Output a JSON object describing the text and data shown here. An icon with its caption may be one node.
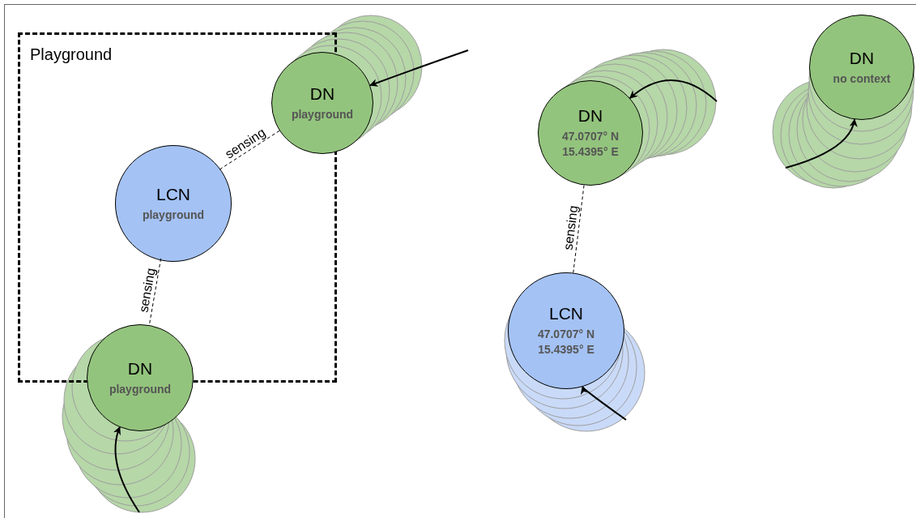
{
  "diagram": {
    "nodes": [
      {
        "text": [
          "Playground"
        ]
      },
      {
        "text": [
          "DN",
          "playground"
        ]
      },
      {
        "text": [
          "LCN",
          "playground"
        ],
        "in": 0
      },
      {
        "text": [
          "DN",
          "playground"
        ]
      },
      {
        "text": [
          "DN",
          "47.0707° N 15.4395° E"
        ]
      },
      {
        "text": [
          "LCN",
          "47.0707° N 15.4395° E"
        ]
      },
      {
        "text": [
          "DN",
          "no context"
        ]
      }
    ],
    "edges": [
      {
        "from": 1,
        "to": 2,
        "arrow": "none",
        "label": "sensing",
        "style": "dashed"
      },
      {
        "from": 2,
        "to": 3,
        "arrow": "none",
        "label": "sensing",
        "style": "dashed"
      },
      {
        "from": 4,
        "to": 5,
        "arrow": "none",
        "label": "sensing",
        "style": "dashed"
      },
      {
        "from": null,
        "to": 1,
        "arrow": "to"
      },
      {
        "from": null,
        "to": 3,
        "arrow": "to"
      },
      {
        "from": null,
        "to": 4,
        "arrow": "to"
      },
      {
        "from": null,
        "to": 5,
        "arrow": "to"
      },
      {
        "from": null,
        "to": 6,
        "arrow": "to"
      }
    ]
  }
}
